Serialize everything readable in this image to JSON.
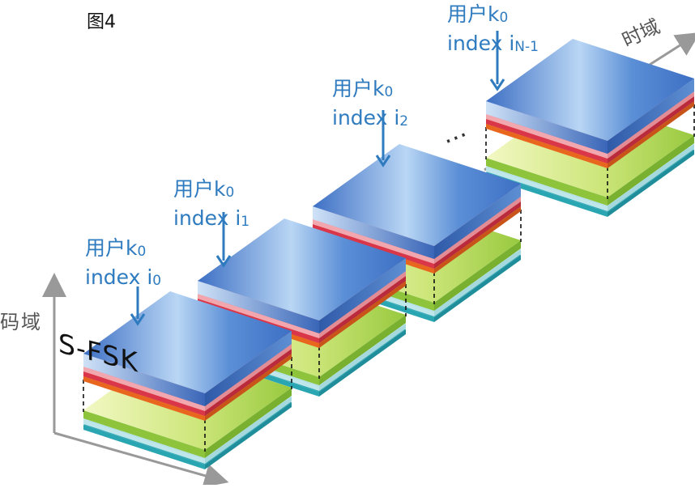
{
  "figure_label": "图4",
  "axes": {
    "y_label": "码域",
    "x_label": "时域"
  },
  "block_label": "S-FSK",
  "ellipsis": "…",
  "blocks": [
    {
      "user": "用户k",
      "user_sub": "0",
      "index": "index i",
      "index_sub": "0"
    },
    {
      "user": "用户k",
      "user_sub": "0",
      "index": "index i",
      "index_sub": "1"
    },
    {
      "user": "用户k",
      "user_sub": "0",
      "index": "index i",
      "index_sub": "2"
    },
    {
      "user": "用户k",
      "user_sub": "0",
      "index": "index i",
      "index_sub": "N-1"
    }
  ],
  "colors": {
    "top_light": "#b9d6f4",
    "top_dark": "#3d6fc4",
    "layer_pink": "#f2a6ae",
    "layer_red": "#d9364a",
    "layer_orange": "#e8661e",
    "layer_green_light": "#eef5b8",
    "layer_green": "#8dc43c",
    "layer_aqua": "#bfe6ea",
    "layer_teal": "#2aa5b2",
    "arrow_blue": "#2f7bbf",
    "axis_gray": "#999999"
  }
}
